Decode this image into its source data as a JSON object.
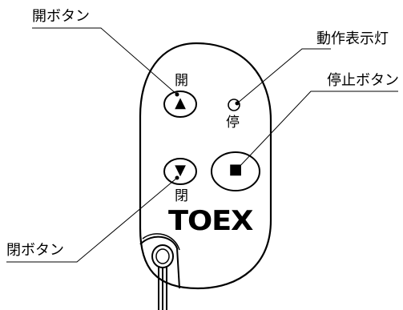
{
  "callouts": {
    "open_button": "開ボタン",
    "indicator_light": "動作表示灯",
    "stop_button": "停止ボタン",
    "close_button": "閉ボタン"
  },
  "remote": {
    "open_caption": "開",
    "open_symbol": "▲",
    "stop_caption": "停",
    "stop_symbol": "■",
    "close_caption": "閉",
    "close_symbol": "▼",
    "logo": "TOEX"
  }
}
